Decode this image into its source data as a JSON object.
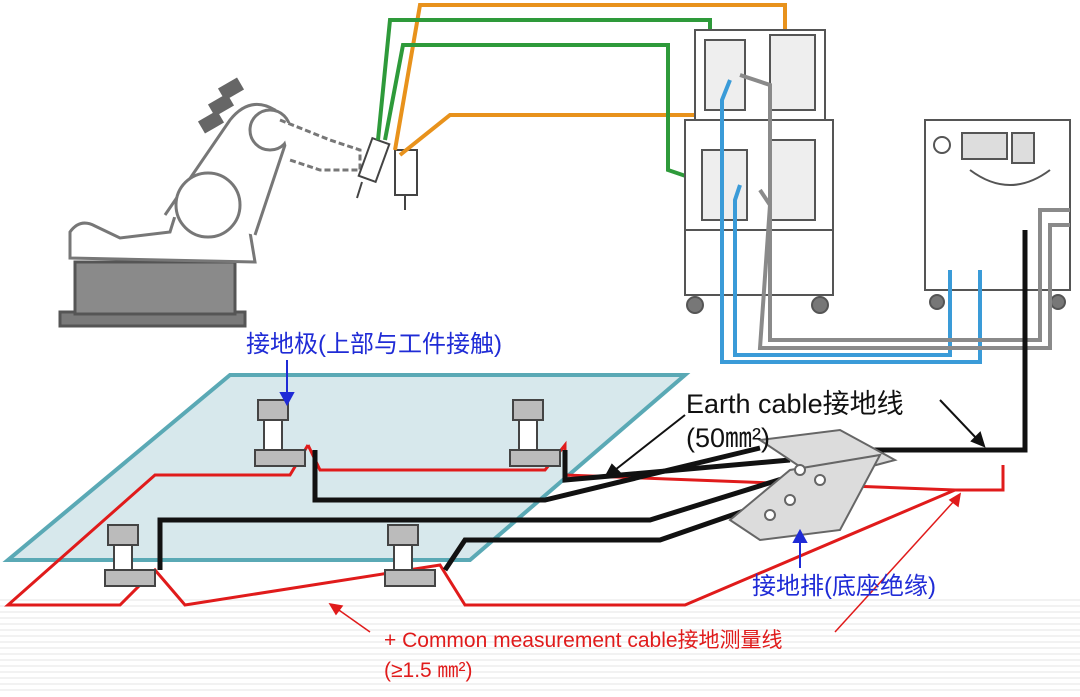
{
  "labels": {
    "electrode_top": "接地极(上部与工件接触)",
    "earth_cable_title": "Earth cable接地线",
    "earth_cable_size": "(50㎜²)",
    "ground_bar": "接地排(底座绝缘)",
    "measure_cable": "+ Common measurement cable接地测量线",
    "measure_cable_size": "(≥1.5 ㎜²)"
  },
  "colors": {
    "orange_cable": "#e8921c",
    "green_cable": "#2e9a3a",
    "blue_cable": "#3a9bd8",
    "gray_cable": "#8a8a8a",
    "earth_cable": "#111111",
    "measure_cable": "#e01b1b",
    "work_plate": "#5aa9b5",
    "label_blue": "#1f2bd6"
  }
}
